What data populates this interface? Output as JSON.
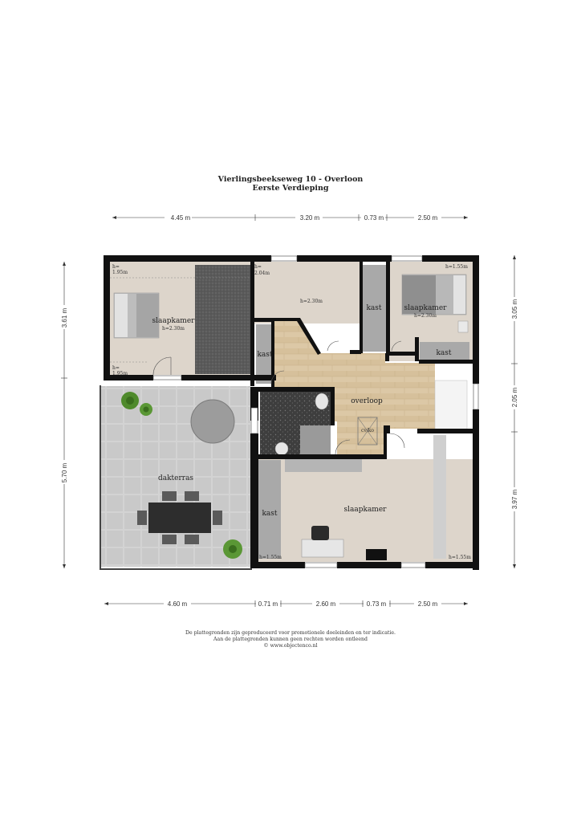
{
  "header": {
    "title": "Vierlingsbeekseweg 10 - Overloon",
    "subtitle": "Eerste Verdieping"
  },
  "dimensions": {
    "top": [
      "4.45 m",
      "3.20 m",
      "0.73 m",
      "2.50 m"
    ],
    "bottom": [
      "4.60 m",
      "0.71 m",
      "2.60 m",
      "0.73 m",
      "2.50 m"
    ],
    "left": [
      "3.61 m",
      "5.70 m"
    ],
    "right": [
      "3.05 m",
      "2.05 m",
      "3.97 m"
    ]
  },
  "rooms": {
    "slaapkamer_left": "slaapkamer",
    "slaapkamer_left_h": "h=2.30m",
    "slaapkamer_right": "slaapkamer",
    "slaapkamer_right_h": "h=2.30m",
    "slaapkamer_bottom": "slaapkamer",
    "kast_1": "kast",
    "kast_2": "kast",
    "kast_3": "kast",
    "kast_4": "kast",
    "overloop": "overloop",
    "dakterras": "dakterras",
    "ketel": "cv/ko",
    "hall_h": "h=2.30m"
  },
  "heights": {
    "h_tl_1": "h=",
    "h_tl_2": "1.95m",
    "h_tm_1": "h=",
    "h_tm_2": "2.04m",
    "h_bl_1": "h=",
    "h_bl_2": "1.95m",
    "h_tr": "h=1.55m",
    "h_kast_bottom": "h=1.55m",
    "h_br": "h=1.55m"
  },
  "disclaimer": {
    "line1": "De plattegronden zijn geproduceerd voor promotionele doeleinden en ter indicatie.",
    "line2": "Aan de plattegronden kunnen geen rechten worden ontleend",
    "line3": "© www.objectenco.nl"
  },
  "colors": {
    "wall": "#111111",
    "floor_beige": "#ddd5cb",
    "wood": "#d9c6a5",
    "terrace": "#c8c8c8",
    "kast": "#a9a9a9",
    "bathroom": "#4a4a4a"
  }
}
